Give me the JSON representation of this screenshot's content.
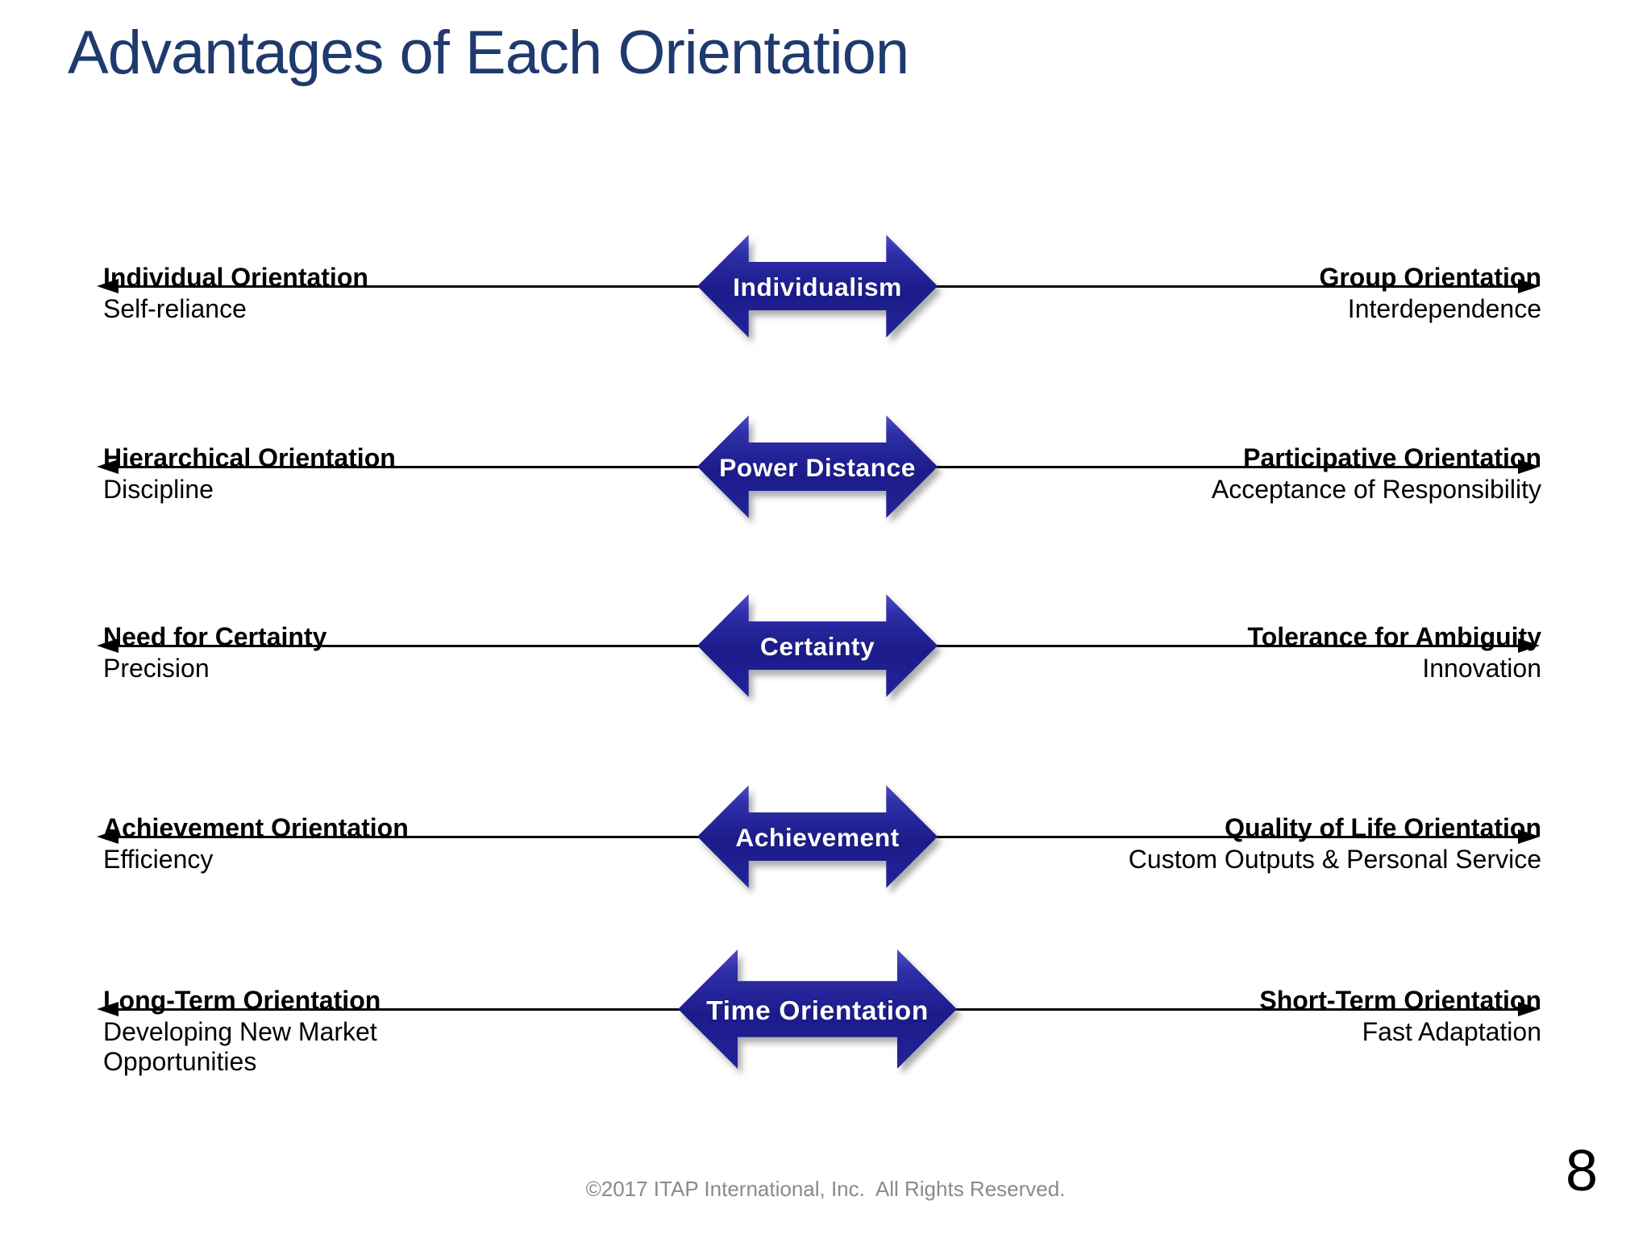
{
  "slide": {
    "title": "Advantages of Each Orientation",
    "footer": "©2017 ITAP International, Inc.  All Rights Reserved.",
    "page_number": "8"
  },
  "colors": {
    "title_navy": "#1E3A6E",
    "axis_line": "#000000",
    "arrow_top": "#4D4DC4",
    "arrow_upper": "#2E2EA8",
    "arrow_mid": "#1B1B8A",
    "arrow_bottom": "#23239A",
    "arrow_label_text": "#FFFFFF",
    "footer_gray": "#8A8A8A"
  },
  "rows": [
    {
      "left_title": "Individual Orientation",
      "left_sub": "Self-reliance",
      "center": "Individualism",
      "right_title": "Group Orientation",
      "right_sub": "Interdependence"
    },
    {
      "left_title": "Hierarchical Orientation",
      "left_sub": "Discipline",
      "center": "Power Distance",
      "right_title": "Participative Orientation",
      "right_sub": "Acceptance of Responsibility"
    },
    {
      "left_title": "Need for Certainty",
      "left_sub": "Precision",
      "center": "Certainty",
      "right_title": "Tolerance for Ambiguity",
      "right_sub": "Innovation"
    },
    {
      "left_title": "Achievement Orientation",
      "left_sub": "Efficiency",
      "center": "Achievement",
      "right_title": "Quality of Life Orientation",
      "right_sub": "Custom Outputs & Personal Service"
    },
    {
      "left_title": "Long-Term Orientation",
      "left_sub": "Developing New Market\nOpportunities",
      "center": "Time Orientation",
      "right_title": "Short-Term Orientation",
      "right_sub": "Fast Adaptation"
    }
  ]
}
